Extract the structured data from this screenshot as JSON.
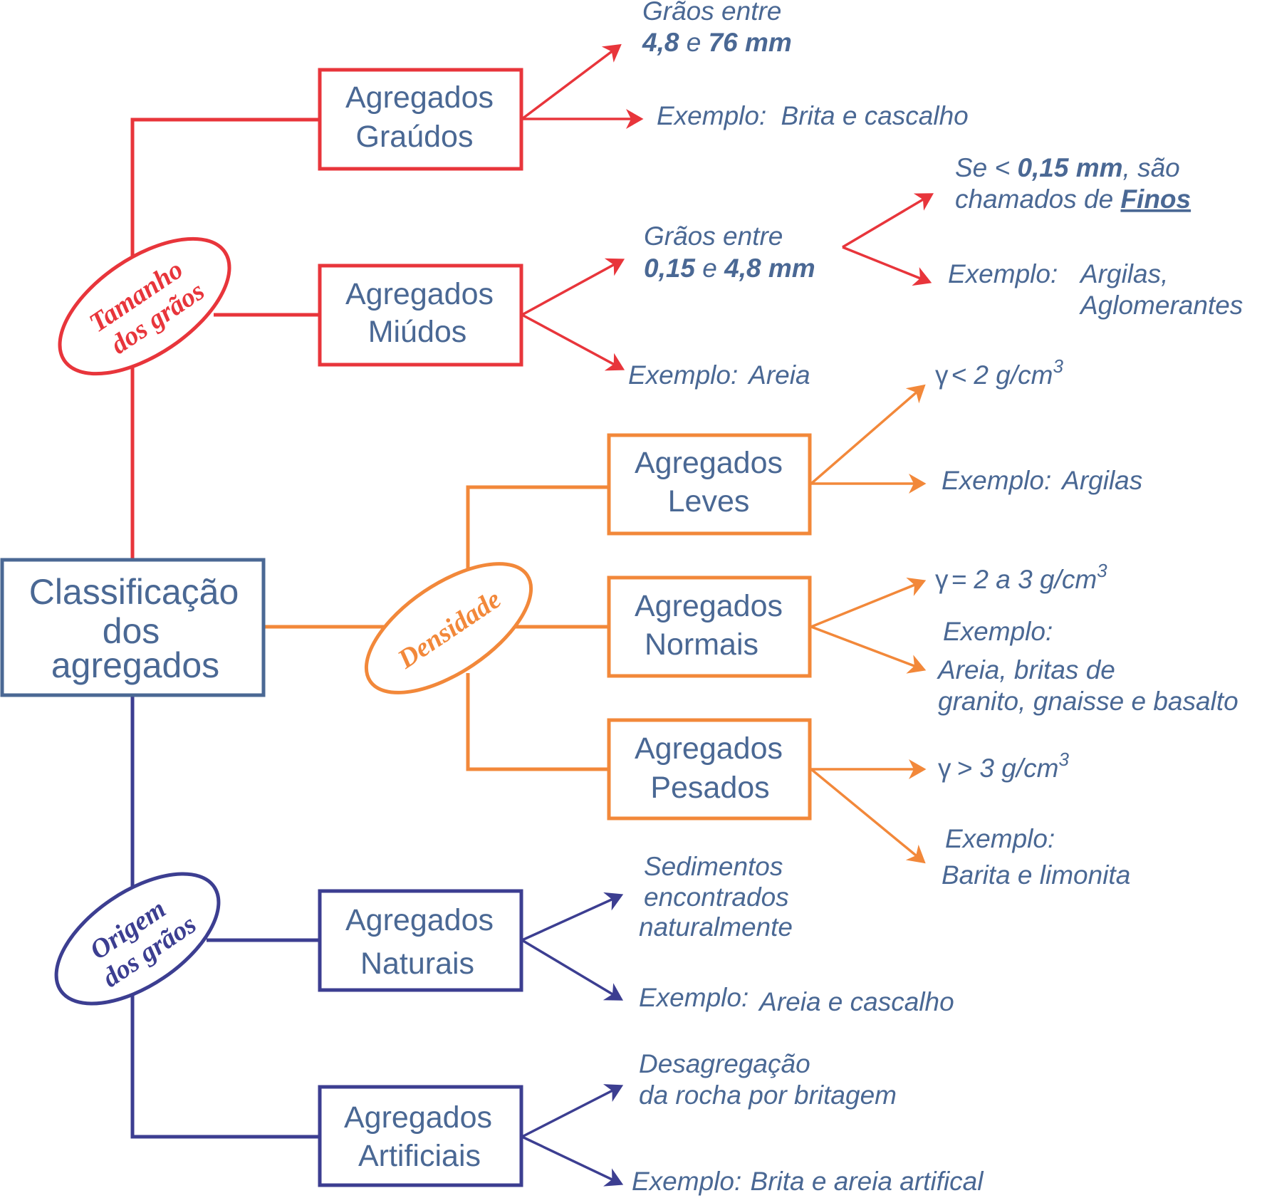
{
  "colors": {
    "text": "#4a6894",
    "size_branch": "#e8353b",
    "density_branch": "#f2883a",
    "origin_branch": "#3c3e91",
    "root_border": "#4a6894"
  },
  "root": {
    "lines": [
      "Classificação",
      "dos",
      "agregados"
    ]
  },
  "categories": {
    "size": {
      "lines": [
        "Tamanho",
        "dos grãos"
      ]
    },
    "density": {
      "lines": [
        "Densidade"
      ]
    },
    "origin": {
      "lines": [
        "Origem",
        "dos grãos"
      ]
    }
  },
  "boxes": {
    "graudos": {
      "lines": [
        "Agregados",
        "Graúdos"
      ]
    },
    "miudos": {
      "lines": [
        "Agregados",
        "Miúdos"
      ]
    },
    "leves": {
      "lines": [
        "Agregados",
        "Leves"
      ]
    },
    "normais": {
      "lines": [
        "Agregados",
        "Normais"
      ]
    },
    "pesados": {
      "lines": [
        "Agregados",
        "Pesados"
      ]
    },
    "naturais": {
      "lines": [
        "Agregados",
        "Naturais"
      ]
    },
    "artificiais": {
      "lines": [
        "Agregados",
        "Artificiais"
      ]
    }
  },
  "leaves": {
    "graudos_range": {
      "line1": "Grãos entre",
      "a": "4,8",
      "mid": " e ",
      "b": "76 mm"
    },
    "graudos_example": {
      "label": "Exemplo:",
      "value": "Brita e cascalho"
    },
    "miudos_range": {
      "line1": "Grãos entre",
      "a": "0,15",
      "mid": " e ",
      "b": "4,8 mm"
    },
    "finos": {
      "pre": "Se < ",
      "bold": "0,15 mm",
      "post": ", são",
      "line2_pre": "chamados de ",
      "line2_bold": "Finos"
    },
    "finos_example": {
      "label": "Exemplo:",
      "value1": "Argilas,",
      "value2": "Aglomerantes"
    },
    "miudos_example": {
      "label": "Exemplo:",
      "value": "Areia"
    },
    "leves_density": {
      "symbol": "γ",
      "text": "< 2 g/cm",
      "sup": "3"
    },
    "leves_example": {
      "label": "Exemplo:",
      "value": "Argilas"
    },
    "normais_density": {
      "symbol": "γ",
      "text": "= 2 a 3 g/cm",
      "sup": "3"
    },
    "normais_example": {
      "label": "Exemplo:",
      "line2": "Areia, britas de",
      "line3": "granito, gnaisse e basalto"
    },
    "pesados_density": {
      "symbol": "γ",
      "text": "> 3 g/cm",
      "sup": "3"
    },
    "pesados_example": {
      "label": "Exemplo:",
      "line2": "Barita e limonita"
    },
    "naturais_desc": {
      "lines": [
        "Sedimentos",
        "encontrados",
        "naturalmente"
      ]
    },
    "naturais_example": {
      "label": "Exemplo:",
      "value": "Areia e cascalho"
    },
    "artificiais_desc": {
      "lines": [
        "Desagregação",
        "da rocha por britagem"
      ]
    },
    "artificiais_example": {
      "label": "Exemplo:",
      "value": "Brita e areia artifical"
    }
  }
}
